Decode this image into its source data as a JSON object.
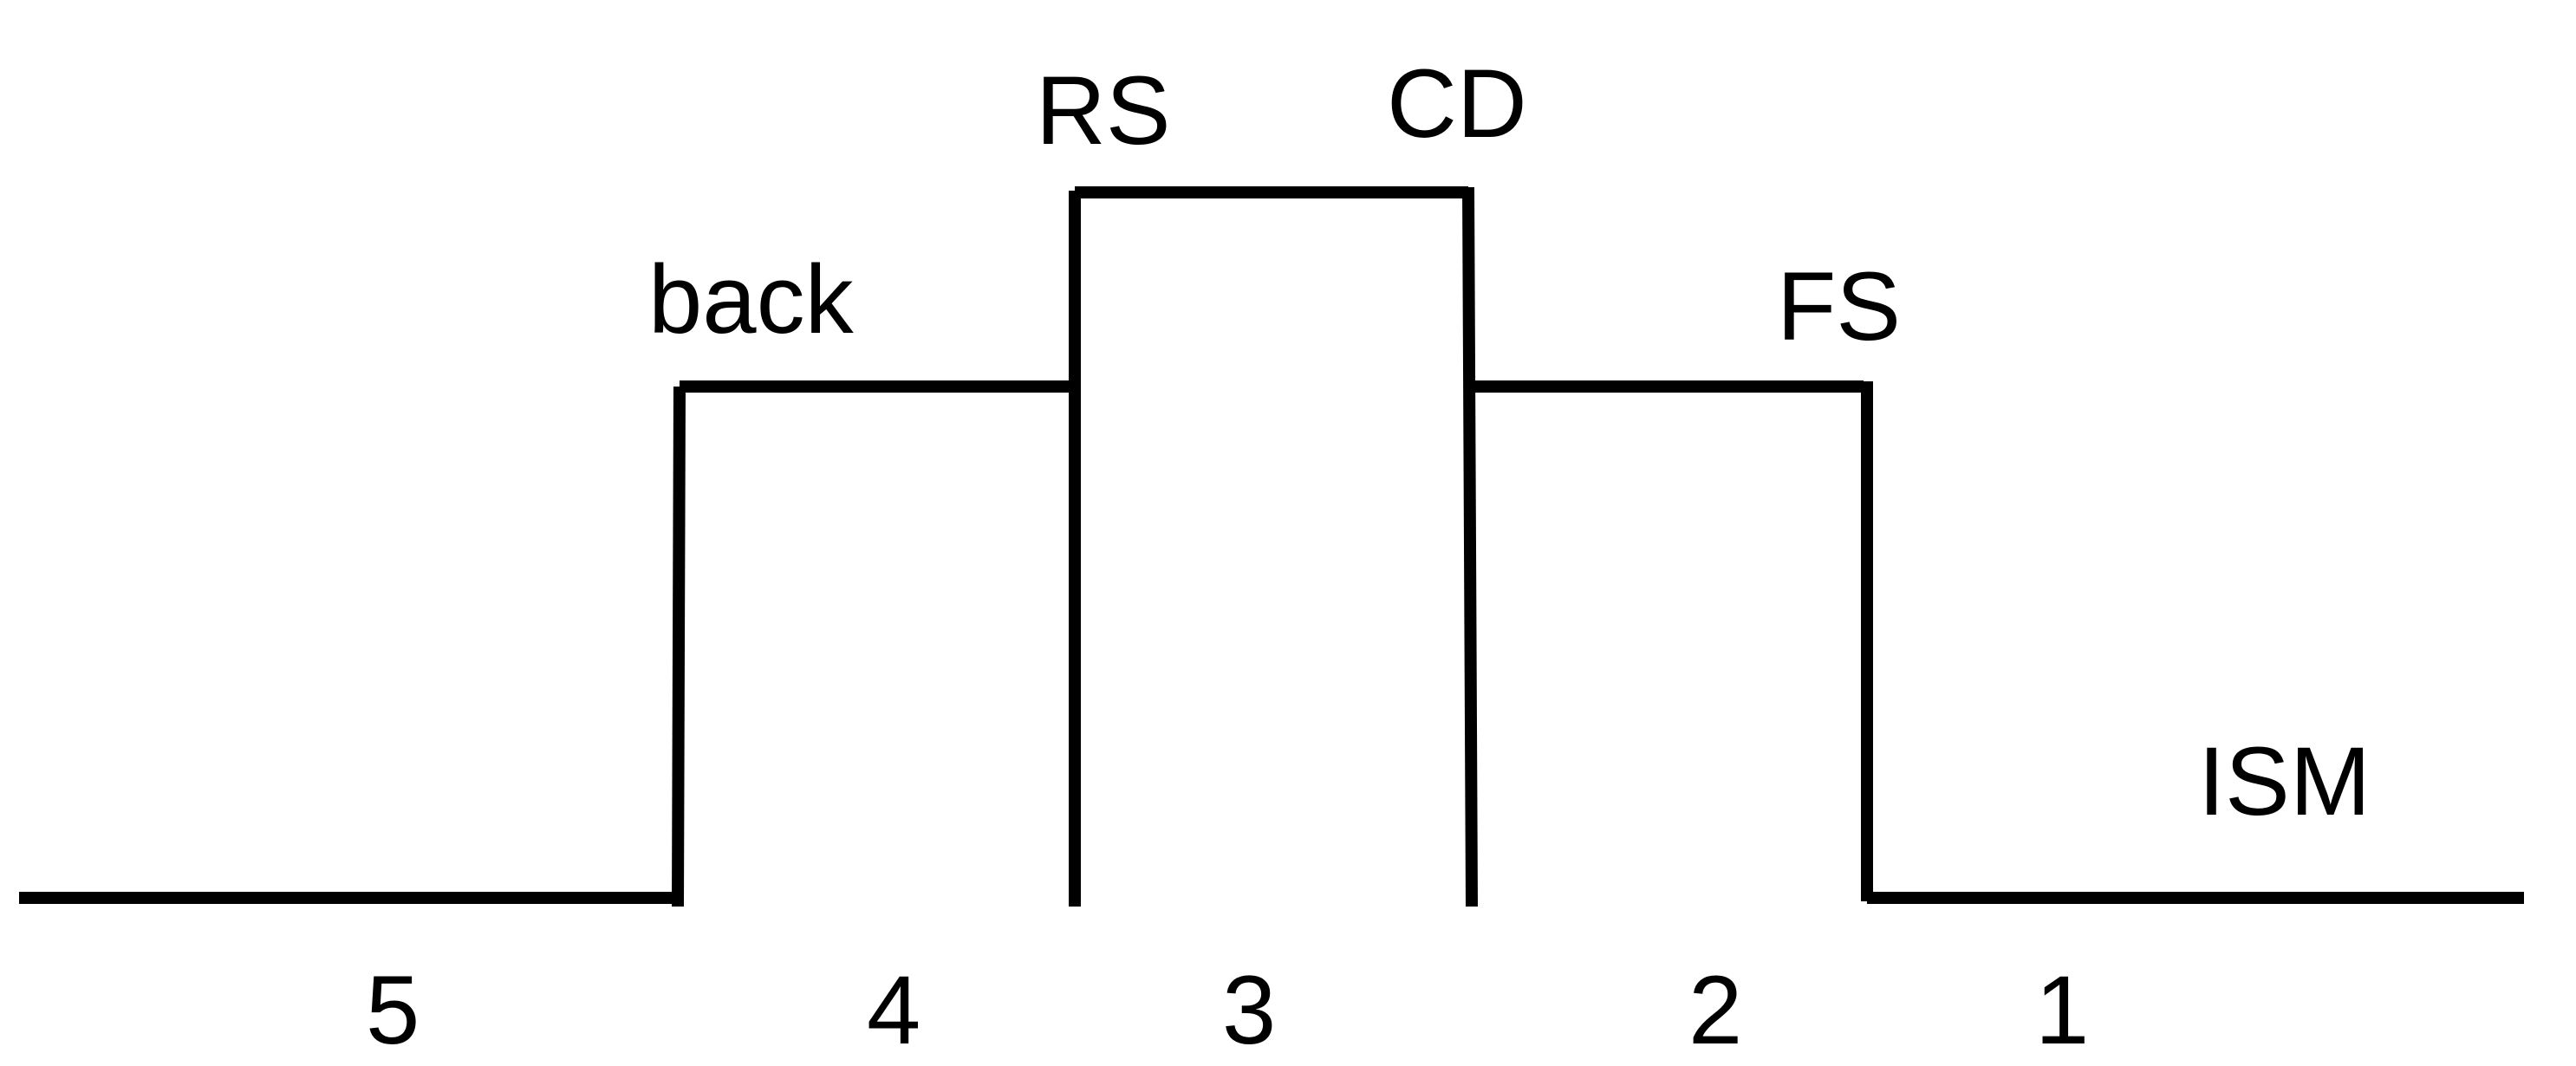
{
  "diagram": {
    "stroke_color": "#000000",
    "background": "#ffffff",
    "region_labels": {
      "back": "back",
      "rs": "RS",
      "cd": "CD",
      "fs": "FS",
      "ism": "ISM"
    },
    "zone_numbers": {
      "z5": "5",
      "z4": "4",
      "z3": "3",
      "z2": "2",
      "z1": "1"
    }
  }
}
